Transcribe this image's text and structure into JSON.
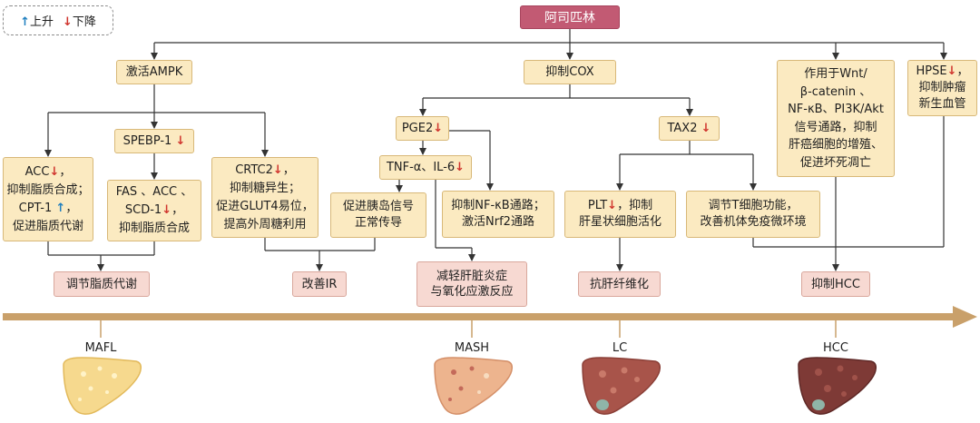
{
  "legend": {
    "up_arrow": "↑",
    "up_label": "上升",
    "down_arrow": "↓",
    "down_label": "下降"
  },
  "root": "阿司匹林",
  "nodes": {
    "ampk": "激活AMPK",
    "cox": "抑制COX",
    "wnt": [
      "作用于Wnt/",
      "β-catenin 、",
      "NF-κB、PI3K/Akt",
      "信号通路，抑制",
      "肝癌细胞的增殖、",
      "促进坏死凋亡"
    ],
    "hpse": {
      "label": "HPSE",
      "lines": [
        "抑制肿瘤",
        "新生血管"
      ]
    },
    "spebp": "SPEBP-1",
    "pge2": "PGE2",
    "tax2": "TAX2",
    "acc": {
      "l1a": "ACC",
      "l1b": "，",
      "l2": "抑制脂质合成；",
      "l3a": "CPT-1",
      "l4": "促进脂质代谢"
    },
    "fas": {
      "l1": "FAS 、ACC 、",
      "l2a": "SCD-1",
      "l2b": "，",
      "l3": "抑制脂质合成"
    },
    "crtc": {
      "l1a": "CRTC2",
      "l1b": "，",
      "l2": "抑制糖异生；",
      "l3": "促进GLUT4易位，",
      "l4": "提高外周糖利用"
    },
    "tnf": "TNF-α、IL-6",
    "insulin": [
      "促进胰岛信号",
      "正常传导"
    ],
    "nfkb": [
      "抑制NF-κB通路；",
      "激活Nrf2通路"
    ],
    "plt": {
      "l1a": "PLT",
      "l1b": "，抑制",
      "l2": "肝星状细胞活化"
    },
    "tcell": [
      "调节T细胞功能，",
      "改善机体免疫微环境"
    ]
  },
  "outcomes": {
    "lipid": "调节脂质代谢",
    "ir": "改善IR",
    "mash": [
      "减轻肝脏炎症",
      "与氧化应激反应"
    ],
    "fib": "抗肝纤维化",
    "hcc": "抑制HCC"
  },
  "stages": [
    "MAFL",
    "MASH",
    "LC",
    "HCC"
  ],
  "colors": {
    "timeline": "#c9a06a",
    "node": "#fbeac1",
    "outcome": "#f7d9d2",
    "root": "#c25a73",
    "down": "#d0352e",
    "up": "#1f7fbf"
  }
}
